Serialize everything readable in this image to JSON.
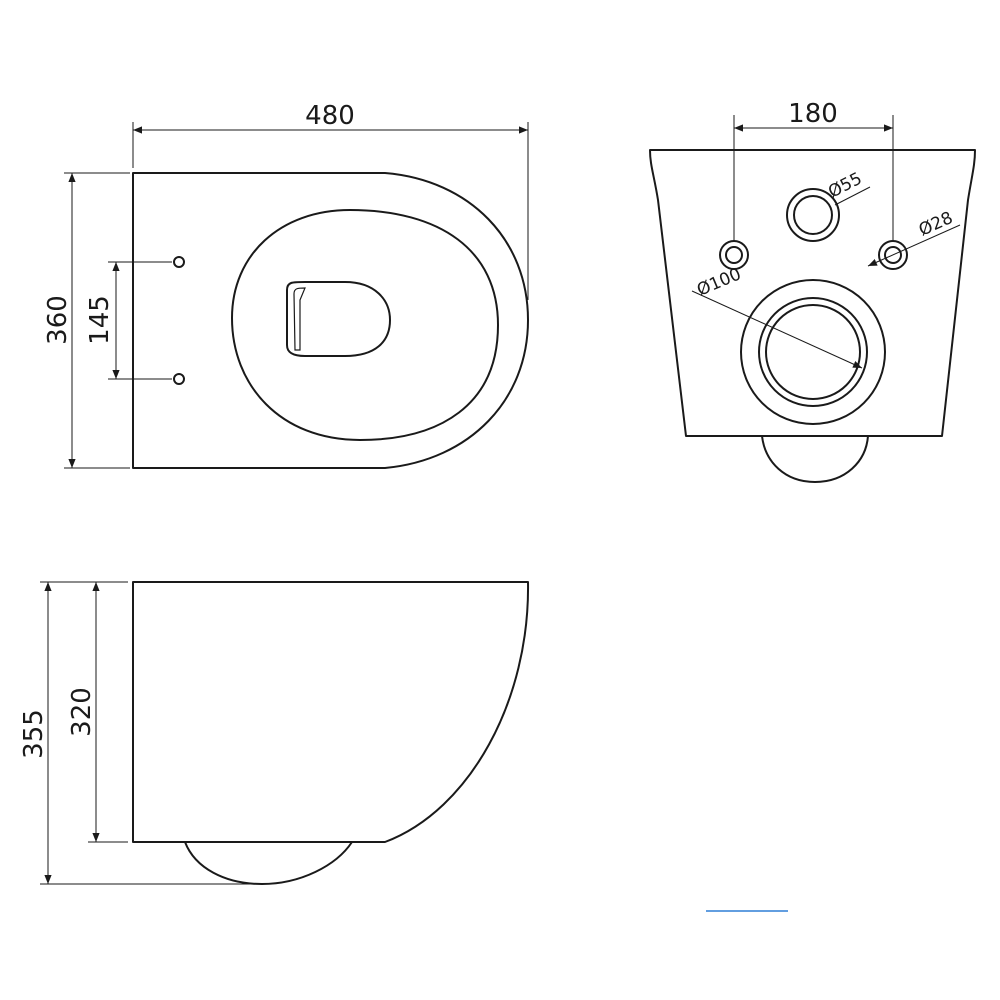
{
  "top_view": {
    "width_label": "480",
    "depth_label": "360",
    "hole_spacing_label": "145"
  },
  "rear_view": {
    "inlet_spacing_label": "180",
    "flush_inlet_label": "Ø55",
    "bolt_hole_label": "Ø28",
    "outlet_label": "Ø100"
  },
  "side_view": {
    "total_height_label": "355",
    "body_height_label": "320"
  },
  "colors": {
    "line": "#1a1a1a",
    "accent_link": "#2f7fd6"
  }
}
